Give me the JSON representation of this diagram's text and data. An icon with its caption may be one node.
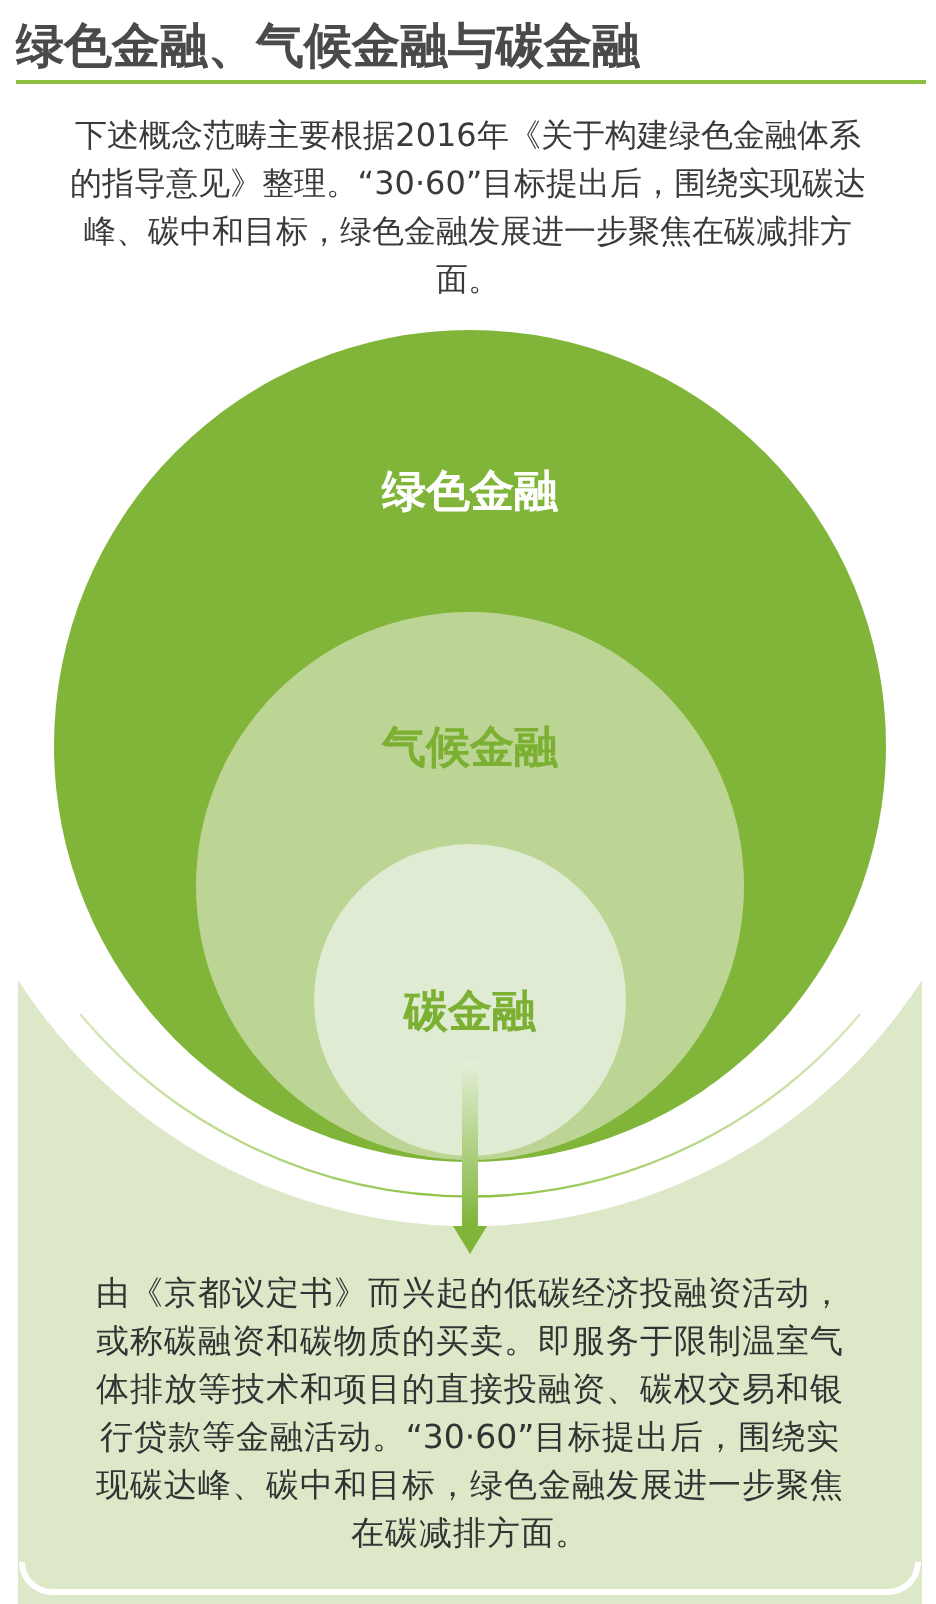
{
  "diagram": {
    "title": "绿色金融、气候金融与碳金融",
    "nodes": [
      {
        "text": [
          "绿色金融"
        ]
      },
      {
        "text": [
          "气候金融"
        ],
        "in": 0
      },
      {
        "text": [
          "碳金融"
        ],
        "in": 1
      },
      {
        "text": [
          "由《京都议定书》而兴起的低碳经济投融资活动，或称碳融资和碳物质的买卖。即服务于限制温室气体排放等技术和项目的直接投融资、碳权交易和银行贷款等金融活动。“30·60”目标提出后，围绕实现碳达峰、碳中和目标，绿色金融发展进一步聚焦在碳减排方面。"
        ]
      }
    ],
    "edges": [
      {
        "from": 2,
        "to": 3,
        "arrow": "to"
      }
    ],
    "labels": [
      "下述概念范畴主要根据2016年《关于构建绿色金融体系的指导意见》整理。“30·60”目标提出后，围绕实现碳达峰、碳中和目标，绿色金融发展进一步聚焦在碳减排方面。"
    ]
  }
}
